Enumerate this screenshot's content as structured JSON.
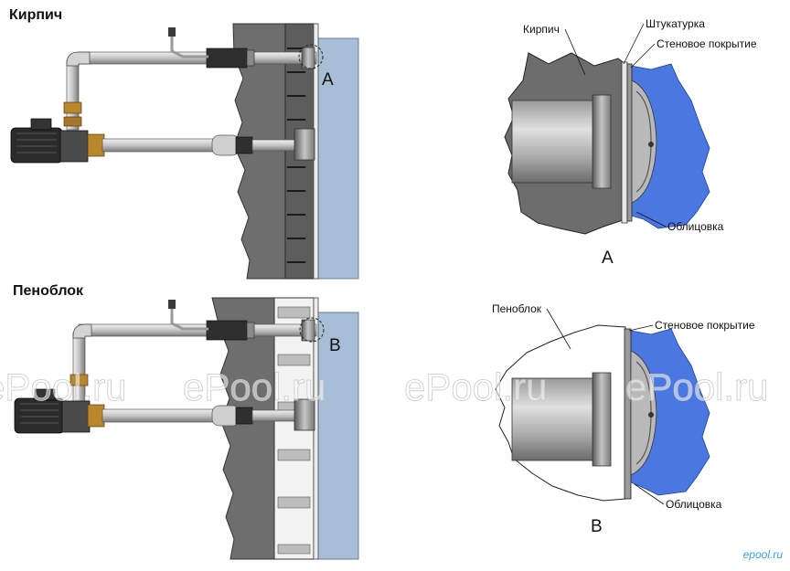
{
  "sections": {
    "brick_title": "Кирпич",
    "foam_title": "Пеноблок"
  },
  "callouts": {
    "a_marker": "A",
    "b_marker": "B"
  },
  "detail_a": {
    "label_material": "Кирпич",
    "label_plaster": "Штукатурка",
    "label_wall_coating": "Стеновое покрытие",
    "label_cladding": "Облицовка",
    "caption": "A"
  },
  "detail_b": {
    "label_material": "Пеноблок",
    "label_wall_coating": "Стеновое покрытие",
    "label_cladding": "Облицовка",
    "caption": "B"
  },
  "watermark": "ePool.ru",
  "logo": "epool.ru",
  "colors": {
    "wall": "#6e6e6e",
    "pool_water": "#a8bed6",
    "liner_blue": "#4a78e0",
    "pipe": "#c8c8c8",
    "fitting": "#b8862c"
  }
}
